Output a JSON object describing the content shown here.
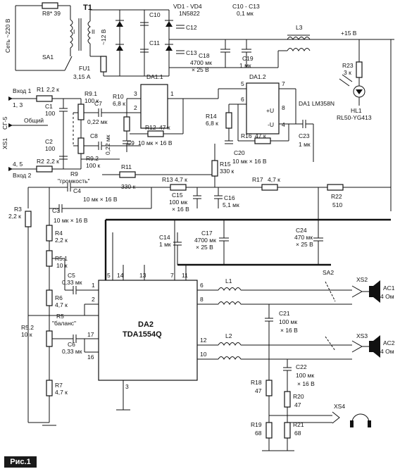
{
  "figure_label": "Рис.1",
  "power": {
    "mains": "Сеть ~220 В",
    "r8": "R8* 39",
    "t1": "T1",
    "t1_pri": "I",
    "t1_sec": "II",
    "sa1": "SA1",
    "fu1": "FU1",
    "fu1_val": "3,15 А",
    "ac12": "~12 В",
    "vd": "VD1 - VD4",
    "vd_part": "1N5822",
    "c10": "C10",
    "c11": "C11",
    "c12": "C12",
    "c13": "C13",
    "c10_13": "C10 - C13",
    "c10_13_val": "0,1 мк",
    "c18": "C18",
    "c18_val": "4700 мк",
    "c18_v": "× 25 В",
    "c19": "C19",
    "c19_val": "1 мк",
    "l3": "L3",
    "plus15": "+15 В",
    "r23": "R23",
    "r23_val": "3 к",
    "hl1": "HL1",
    "hl1_part": "RL50-YG413"
  },
  "inputs": {
    "in1": "Вход 1",
    "in1_pins": "1, 3",
    "in2": "Вход 2",
    "in2_pins": "4, 5",
    "xs1": "XS1",
    "sg5": "СГ-5",
    "common": "Общий",
    "r1": "R1",
    "r1_val": "2,2 к",
    "r2": "R2",
    "r2_val": "2,2 к",
    "c1": "C1",
    "c1_val": "100",
    "c2": "C2",
    "c2_val": "100",
    "r91": "R9.1",
    "r91_val": "100 к",
    "r92": "R9.2",
    "r92_val": "100 к",
    "r9": "R9",
    "volume": "\"громкость\"",
    "c7": "C7",
    "c7_val": "0,22 мк",
    "c8": "C8",
    "c8_val": "0,22 мк"
  },
  "opamp": {
    "da11": "DA1.1",
    "da12": "DA1.2",
    "da1": "DA1 LM358N",
    "pin1": "1",
    "pin2": "2",
    "pin3": "3",
    "pin4": "4",
    "pin5": "5",
    "pin6": "6",
    "pin7": "7",
    "pin8": "8",
    "plus_u": "+U",
    "minus_u": "-U",
    "r10": "R10",
    "r10_val": "6,8 к",
    "r11": "R11",
    "r11_val": "330 к",
    "r12": "R12",
    "r12_val": "47 к",
    "r13": "R13",
    "r13_val": "4,7 к",
    "r14": "R14",
    "r14_val": "6,8 к",
    "r15": "R15",
    "r15_val": "330 к",
    "r16": "R16",
    "r16_val": "47 к",
    "r17": "R17",
    "r17_val": "4,7 к",
    "r22": "R22",
    "r22_val": "510",
    "c9": "C9",
    "c9_val": "10 мк × 16 В",
    "c20": "C20",
    "c20_val": "10 мк × 16 В",
    "c23": "C23",
    "c23_val": "1 мк",
    "c15": "C15",
    "c15_val": "100 мк",
    "c15_v": "× 16 В",
    "c16": "C16",
    "c16_val": "5,1 мк",
    "c4": "C4",
    "c4_val": "10 мк × 16 В",
    "c3": "C3",
    "c3_val": "10 мк × 16 В"
  },
  "amp": {
    "da2": "DA2",
    "da2_part": "TDA1554Q",
    "r3": "R3",
    "r3_val": "2,2 к",
    "r4": "R4",
    "r4_val": "2,2 к",
    "r51": "R5.1",
    "r51_val": "10 к",
    "r5": "R5",
    "balance": "\"баланс\"",
    "r52": "R5.2",
    "r52_val": "10 к",
    "r6": "R6",
    "r6_val": "4,7 к",
    "r7": "R7",
    "r7_val": "4,7 к",
    "c5": "C5",
    "c5_val": "0,33 мк",
    "c6": "C6",
    "c6_val": "0,33 мк",
    "c14": "C14",
    "c14_val": "1 мк",
    "c17": "C17",
    "c17_val": "4700 мк",
    "c17_v": "× 25 В",
    "c24": "C24",
    "c24_val": "470 мк",
    "c24_v": "× 25 В",
    "p1": "1",
    "p2": "2",
    "p3": "3",
    "p5": "5",
    "p6": "6",
    "p7": "7",
    "p8": "8",
    "p10": "10",
    "p11": "11",
    "p12": "12",
    "p13": "13",
    "p14": "14",
    "p16": "16",
    "p17": "17"
  },
  "output": {
    "l1": "L1",
    "l2": "L2",
    "sa2": "SA2",
    "xs2": "XS2",
    "xs3": "XS3",
    "xs4": "XS4",
    "ac1": "AC1",
    "ac1_val": "4 Ом",
    "ac2": "AC2",
    "ac2_val": "4 Ом",
    "c21": "C21",
    "c21_val": "100 мк",
    "c21_v": "× 16 В",
    "c22": "C22",
    "c22_val": "100 мк",
    "c22_v": "× 16 В",
    "r18": "R18",
    "r18_val": "47",
    "r19": "R19",
    "r19_val": "68",
    "r20": "R20",
    "r20_val": "47",
    "r21": "R21",
    "r21_val": "68"
  }
}
